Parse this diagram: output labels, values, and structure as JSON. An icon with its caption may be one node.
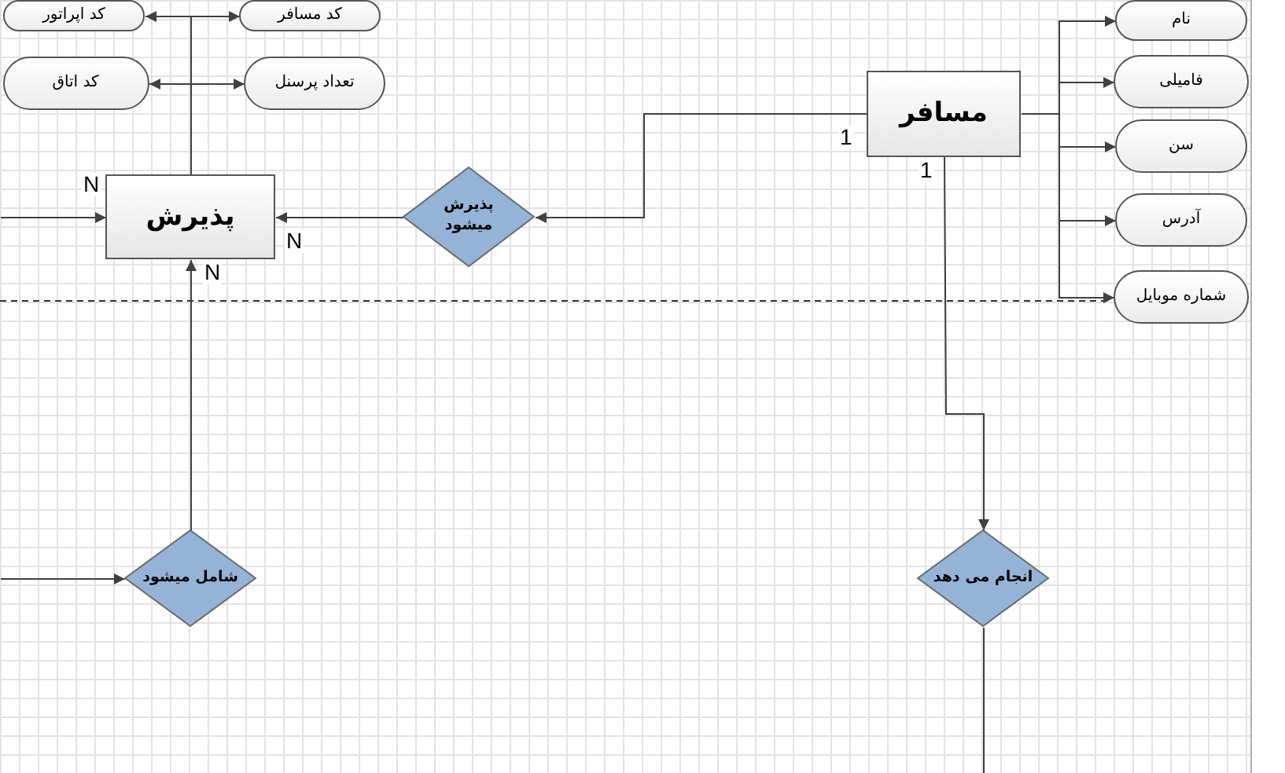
{
  "diagram": {
    "nodes": [
      {
        "text": [
          "کد اپراتور"
        ]
      },
      {
        "text": [
          "کد مسافر"
        ]
      },
      {
        "text": [
          "کد اتاق"
        ]
      },
      {
        "text": [
          "تعداد پرسنل"
        ]
      },
      {
        "text": [
          "پذیرش"
        ]
      },
      {
        "text": [
          "پذیرش میشود"
        ]
      },
      {
        "text": [
          "مسافر"
        ]
      },
      {
        "text": [
          "نام"
        ]
      },
      {
        "text": [
          "فامیلی"
        ]
      },
      {
        "text": [
          "سن"
        ]
      },
      {
        "text": [
          "آدرس"
        ]
      },
      {
        "text": [
          "شماره موبایل"
        ]
      },
      {
        "text": [
          "شامل میشود"
        ]
      },
      {
        "text": [
          "انجام می دهد"
        ]
      }
    ],
    "edges": [
      {
        "from": 4,
        "to": 0,
        "arrow": "to"
      },
      {
        "from": 4,
        "to": 1,
        "arrow": "to"
      },
      {
        "from": 4,
        "to": 2,
        "arrow": "to"
      },
      {
        "from": 4,
        "to": 3,
        "arrow": "to"
      },
      {
        "from": null,
        "to": 4,
        "arrow": "to",
        "label": "N"
      },
      {
        "from": 5,
        "to": 4,
        "arrow": "to",
        "label": "N"
      },
      {
        "from": 6,
        "to": 5,
        "arrow": "to",
        "label": "1"
      },
      {
        "from": 6,
        "to": 7,
        "arrow": "to"
      },
      {
        "from": 6,
        "to": 8,
        "arrow": "to"
      },
      {
        "from": 6,
        "to": 9,
        "arrow": "to"
      },
      {
        "from": 6,
        "to": 10,
        "arrow": "to"
      },
      {
        "from": 6,
        "to": 11,
        "arrow": "to"
      },
      {
        "from": 6,
        "to": 13,
        "arrow": "to",
        "label": "1"
      },
      {
        "from": 12,
        "to": 4,
        "arrow": "to",
        "label": "N"
      },
      {
        "from": null,
        "to": 12,
        "arrow": "to"
      },
      {
        "from": 13,
        "to": null,
        "arrow": "none"
      }
    ]
  }
}
